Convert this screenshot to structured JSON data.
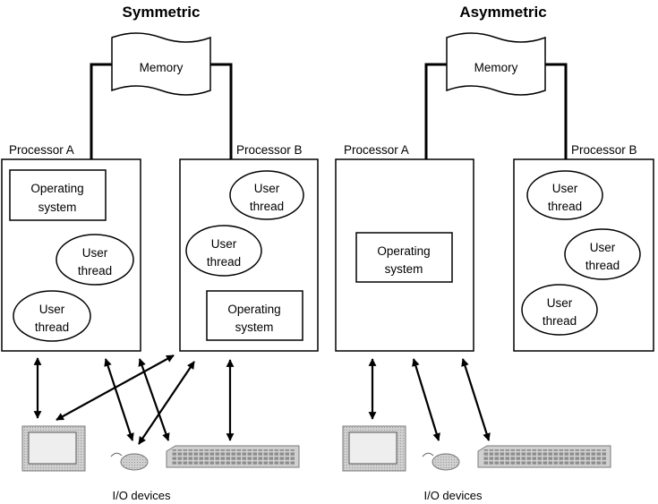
{
  "symmetric": {
    "title": "Symmetric",
    "memory_label": "Memory",
    "processor_a": {
      "label": "Processor A",
      "os_line1": "Operating",
      "os_line2": "system",
      "thread1_line1": "User",
      "thread1_line2": "thread",
      "thread2_line1": "User",
      "thread2_line2": "thread"
    },
    "processor_b": {
      "label": "Processor B",
      "thread1_line1": "User",
      "thread1_line2": "thread",
      "thread2_line1": "User",
      "thread2_line2": "thread",
      "os_line1": "Operating",
      "os_line2": "system"
    },
    "io_label": "I/O devices"
  },
  "asymmetric": {
    "title": "Asymmetric",
    "memory_label": "Memory",
    "processor_a": {
      "label": "Processor A",
      "os_line1": "Operating",
      "os_line2": "system"
    },
    "processor_b": {
      "label": "Processor B",
      "thread1_line1": "User",
      "thread1_line2": "thread",
      "thread2_line1": "User",
      "thread2_line2": "thread",
      "thread3_line1": "User",
      "thread3_line2": "thread"
    },
    "io_label": "I/O devices"
  },
  "colors": {
    "stroke": "#000000",
    "device_fill": "#d9d9d9",
    "background": "#ffffff"
  },
  "icons": [
    "monitor-icon",
    "mouse-icon",
    "keyboard-icon"
  ]
}
